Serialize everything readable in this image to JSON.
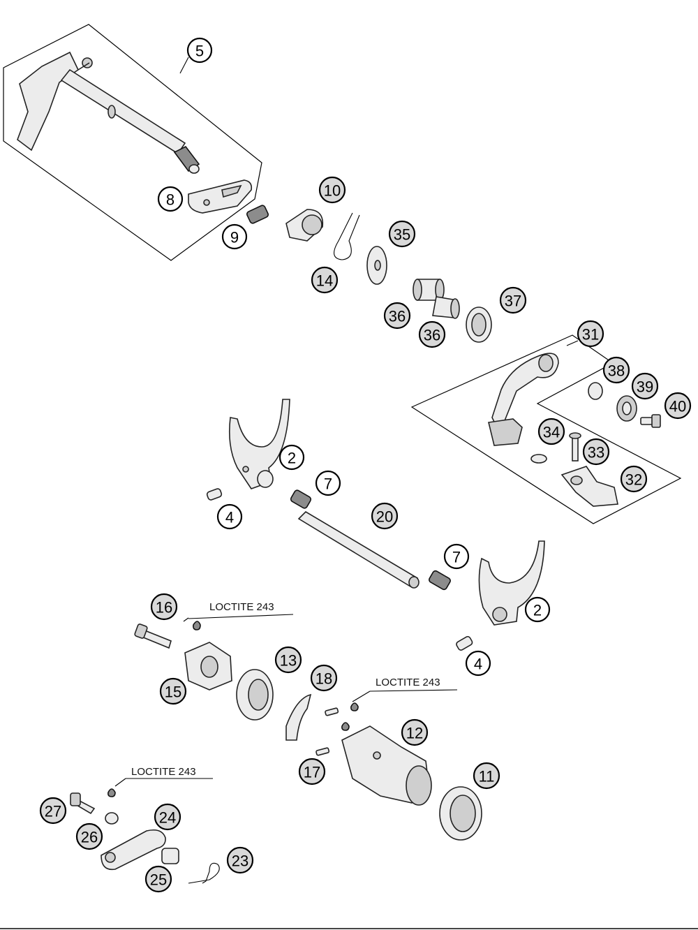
{
  "callouts": [
    {
      "id": "c5",
      "label": "5",
      "dark": false
    },
    {
      "id": "c8",
      "label": "8",
      "dark": false
    },
    {
      "id": "c9",
      "label": "9",
      "dark": false
    },
    {
      "id": "c10",
      "label": "10",
      "dark": true
    },
    {
      "id": "c14",
      "label": "14",
      "dark": true
    },
    {
      "id": "c35",
      "label": "35",
      "dark": true
    },
    {
      "id": "c36a",
      "label": "36",
      "dark": true
    },
    {
      "id": "c36b",
      "label": "36",
      "dark": true
    },
    {
      "id": "c37",
      "label": "37",
      "dark": true
    },
    {
      "id": "c31",
      "label": "31",
      "dark": true
    },
    {
      "id": "c38",
      "label": "38",
      "dark": true
    },
    {
      "id": "c39",
      "label": "39",
      "dark": true
    },
    {
      "id": "c40",
      "label": "40",
      "dark": true
    },
    {
      "id": "c34",
      "label": "34",
      "dark": true
    },
    {
      "id": "c33",
      "label": "33",
      "dark": true
    },
    {
      "id": "c32",
      "label": "32",
      "dark": true
    },
    {
      "id": "c2a",
      "label": "2",
      "dark": false
    },
    {
      "id": "c7a",
      "label": "7",
      "dark": false
    },
    {
      "id": "c4a",
      "label": "4",
      "dark": false
    },
    {
      "id": "c20",
      "label": "20",
      "dark": true
    },
    {
      "id": "c7b",
      "label": "7",
      "dark": false
    },
    {
      "id": "c2b",
      "label": "2",
      "dark": false
    },
    {
      "id": "c4b",
      "label": "4",
      "dark": false
    },
    {
      "id": "c16",
      "label": "16",
      "dark": true
    },
    {
      "id": "c15",
      "label": "15",
      "dark": true
    },
    {
      "id": "c13",
      "label": "13",
      "dark": true
    },
    {
      "id": "c18",
      "label": "18",
      "dark": true
    },
    {
      "id": "c12",
      "label": "12",
      "dark": true
    },
    {
      "id": "c11",
      "label": "11",
      "dark": true
    },
    {
      "id": "c17",
      "label": "17",
      "dark": true
    },
    {
      "id": "c27",
      "label": "27",
      "dark": true
    },
    {
      "id": "c24",
      "label": "24",
      "dark": true
    },
    {
      "id": "c26",
      "label": "26",
      "dark": true
    },
    {
      "id": "c25",
      "label": "25",
      "dark": true
    },
    {
      "id": "c23",
      "label": "23",
      "dark": true
    }
  ],
  "notes": {
    "loctite_1": "LOCTITE 243",
    "loctite_2": "LOCTITE 243",
    "loctite_3": "LOCTITE 243"
  }
}
